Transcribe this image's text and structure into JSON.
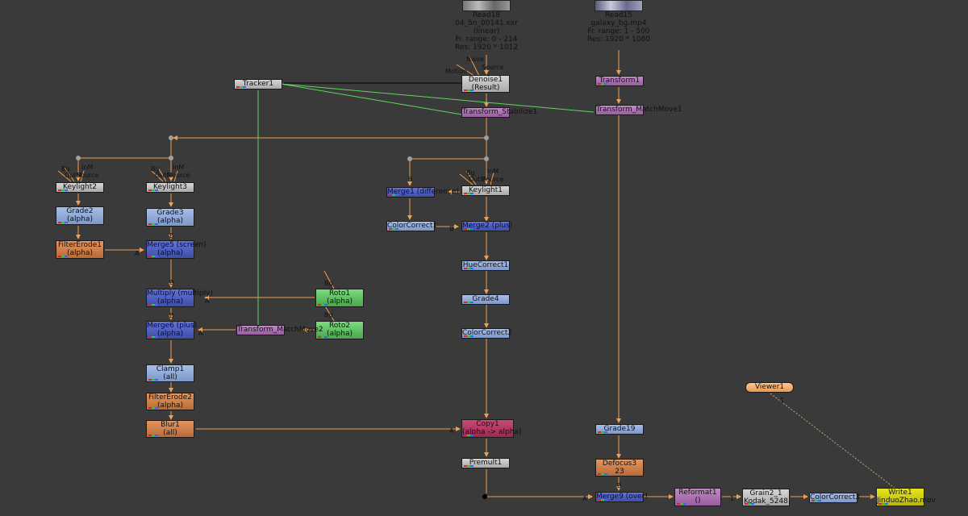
{
  "nodes": {
    "read18": {
      "name": "Read18",
      "file": "04_5n_00141.exr",
      "space": "(linear)",
      "range": "Fr. range: 0 - 214",
      "res": "Res: 1920 * 1012"
    },
    "read15": {
      "name": "Read15",
      "file": "galaxy_bg.mp4",
      "range": "Fr. range: 1 - 500",
      "res": "Res: 1920 * 1080"
    },
    "denoise1": {
      "l1": "Denoise1",
      "l2": "(Result)"
    },
    "tracker1": {
      "l1": "Tracker1"
    },
    "transform1": {
      "l1": "Transform1"
    },
    "transform_stabilize1": {
      "l1": "Transform_Stabilize1"
    },
    "transform_matchmove1": {
      "l1": "Transform_MatchMove1"
    },
    "transform_matchmove2": {
      "l1": "Transform_MatchMove2"
    },
    "keylight2": {
      "l1": "Keylight2"
    },
    "keylight3": {
      "l1": "Keylight3"
    },
    "keylight1": {
      "l1": "Keylight1"
    },
    "grade2": {
      "l1": "Grade2",
      "l2": "(alpha)"
    },
    "grade3": {
      "l1": "Grade3",
      "l2": "(alpha)"
    },
    "filtererode1": {
      "l1": "FilterErode1",
      "l2": "(alpha)"
    },
    "merge5": {
      "l1": "Merge5 (screen)",
      "l2": "(alpha)"
    },
    "multiply": {
      "l1": "Multiply (multiply)",
      "l2": "(alpha)"
    },
    "merge6": {
      "l1": "Merge6 (plus)",
      "l2": "(alpha)"
    },
    "roto1": {
      "l1": "Roto1",
      "l2": "(alpha)"
    },
    "roto2": {
      "l1": "Roto2",
      "l2": "(alpha)"
    },
    "clamp1": {
      "l1": "Clamp1",
      "l2": "(all)"
    },
    "filtererode2": {
      "l1": "FilterErode2",
      "l2": "(alpha)"
    },
    "blur1": {
      "l1": "Blur1",
      "l2": "(all)"
    },
    "merge1": {
      "l1": "Merge1 (difference)"
    },
    "colorcorrect1": {
      "l1": "ColorCorrect1"
    },
    "merge2": {
      "l1": "Merge2 (plus)"
    },
    "huecorrect1": {
      "l1": "HueCorrect1"
    },
    "grade4": {
      "l1": "Grade4"
    },
    "colorcorrect2": {
      "l1": "ColorCorrect2"
    },
    "copy1": {
      "l1": "Copy1",
      "l2": "(alpha -> alpha)"
    },
    "premult1": {
      "l1": "Premult1"
    },
    "grade19": {
      "l1": "Grade19"
    },
    "defocus3": {
      "l1": "Defocus3",
      "l2": "23"
    },
    "merge9": {
      "l1": "Merge9 (over)"
    },
    "reformat1": {
      "l1": "Reformat1",
      "l2": "()"
    },
    "grain2_1": {
      "l1": "Grain2_1",
      "l2": "Kodak_5248"
    },
    "colorcorrect3": {
      "l1": "ColorCorrect3"
    },
    "write1": {
      "l1": "Write1",
      "l2": "JinduoZhao.mov"
    },
    "viewer1": {
      "l1": "Viewer1"
    }
  },
  "pipe_labels": {
    "noise": "Noise",
    "source": "Source",
    "motion": "Motion",
    "bg": "Bg",
    "inm": "InM",
    "outm": "OutM",
    "a": "A",
    "b": "B",
    "one": "1"
  },
  "colors": {
    "pipe": "#f0a050",
    "tracker_link": "#5fd35f",
    "viewer_link": "#c8a070",
    "background": "#3a3a3a"
  }
}
